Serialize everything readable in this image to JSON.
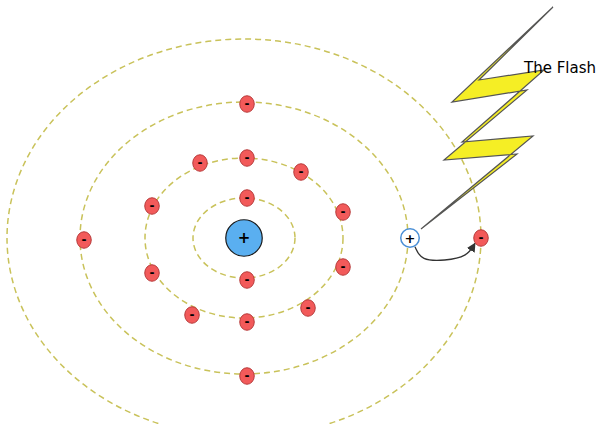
{
  "diagram": {
    "nodes": [
      {
        "text": [
          "+"
        ]
      },
      {
        "text": [
          "-"
        ]
      },
      {
        "text": [
          "-"
        ]
      },
      {
        "text": [
          "-"
        ]
      },
      {
        "text": [
          "-"
        ]
      },
      {
        "text": [
          "-"
        ]
      },
      {
        "text": [
          "-"
        ]
      },
      {
        "text": [
          "-"
        ]
      },
      {
        "text": [
          "-"
        ]
      },
      {
        "text": [
          "-"
        ]
      },
      {
        "text": [
          "-"
        ]
      },
      {
        "text": [
          "-"
        ]
      },
      {
        "text": [
          "-"
        ]
      },
      {
        "text": [
          "-"
        ]
      },
      {
        "text": [
          "-"
        ]
      },
      {
        "text": [
          "-"
        ]
      },
      {
        "text": [
          "+"
        ]
      },
      {
        "text": [
          "-"
        ]
      }
    ],
    "edges": [
      {
        "from": 16,
        "to": 17,
        "arrow": "to"
      }
    ],
    "labels": [
      "The Flash"
    ]
  }
}
